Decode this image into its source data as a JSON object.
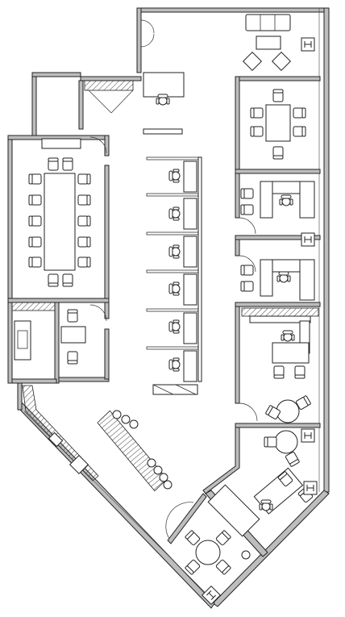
{
  "plan": {
    "rooms": [
      {
        "id": "reception"
      },
      {
        "id": "conference-room"
      },
      {
        "id": "private-office-top"
      },
      {
        "id": "meeting-room-top-right"
      },
      {
        "id": "office-right-1"
      },
      {
        "id": "office-right-2"
      },
      {
        "id": "open-office-right"
      },
      {
        "id": "office-bottom-diagonal"
      },
      {
        "id": "round-table-room"
      },
      {
        "id": "kitchen-pantry"
      },
      {
        "id": "workstation-bank"
      },
      {
        "id": "small-office-left"
      },
      {
        "id": "storage-room"
      }
    ],
    "symbols": {
      "restroom_marker": "H"
    }
  }
}
